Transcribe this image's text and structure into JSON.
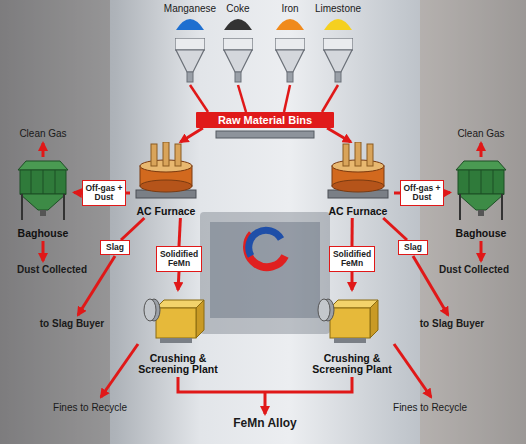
{
  "diagram": {
    "nodes": [
      {
        "text": [
          "Raw Material Bins"
        ]
      },
      {
        "text": [
          "AC Furnace"
        ]
      },
      {
        "text": [
          "AC Furnace"
        ]
      },
      {
        "text": [
          "Off-gas + Dust"
        ]
      },
      {
        "text": [
          "Off-gas + Dust"
        ]
      },
      {
        "text": [
          "Baghouse"
        ]
      },
      {
        "text": [
          "Baghouse"
        ]
      },
      {
        "text": [
          "Slag"
        ]
      },
      {
        "text": [
          "Slag"
        ]
      },
      {
        "text": [
          "Solidified FeMn"
        ]
      },
      {
        "text": [
          "Solidified FeMn"
        ]
      },
      {
        "text": [
          "Crushing & Screening Plant"
        ]
      },
      {
        "text": [
          "Crushing & Screening Plant"
        ]
      }
    ],
    "edges": [
      {
        "from": 0,
        "to": 1,
        "arrow": "to"
      },
      {
        "from": 0,
        "to": 2,
        "arrow": "to"
      },
      {
        "from": 1,
        "to": 3,
        "arrow": "none"
      },
      {
        "from": 3,
        "to": 5,
        "arrow": "to"
      },
      {
        "from": 2,
        "to": 4,
        "arrow": "none"
      },
      {
        "from": 4,
        "to": 6,
        "arrow": "to"
      },
      {
        "from": 1,
        "to": 7,
        "arrow": "none"
      },
      {
        "from": 2,
        "to": 8,
        "arrow": "none"
      },
      {
        "from": 1,
        "to": 9,
        "arrow": "none"
      },
      {
        "from": 9,
        "to": 11,
        "arrow": "to"
      },
      {
        "from": 2,
        "to": 10,
        "arrow": "none"
      },
      {
        "from": 10,
        "to": 12,
        "arrow": "to"
      }
    ],
    "labels": [
      "Manganese",
      "Coke",
      "Iron",
      "Limestone",
      "Clean Gas",
      "Clean Gas",
      "Dust Collected",
      "Dust Collected",
      "to Slag Buyer",
      "to Slag Buyer",
      "Fines to Recycle",
      "Fines to Recycle",
      "FeMn Alloy"
    ]
  }
}
